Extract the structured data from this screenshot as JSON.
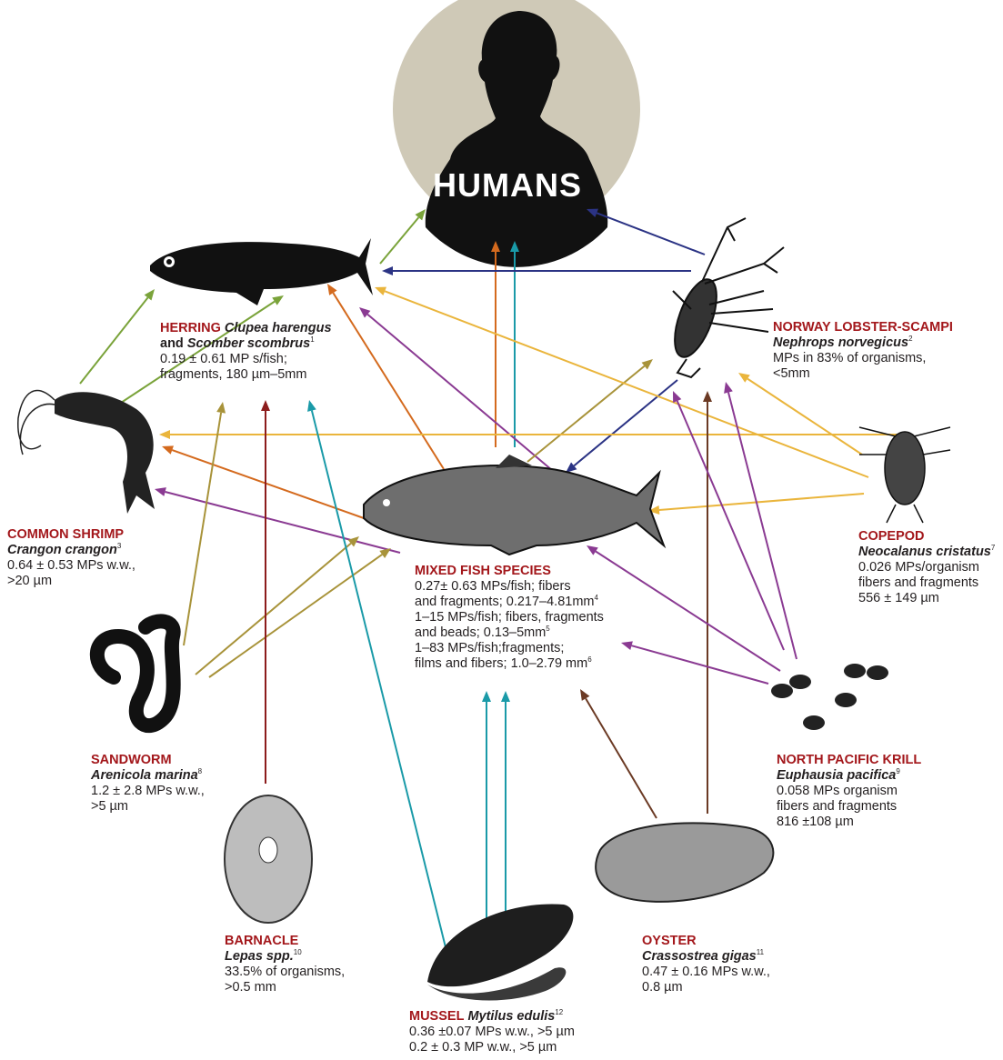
{
  "humans": {
    "label": "HUMANS"
  },
  "organisms": {
    "herring": {
      "name": "HERRING",
      "species1": "Clupea harengus",
      "and": "and",
      "species2": "Scomber scombrus",
      "ref": "1",
      "lines": [
        "0.19 ± 0.61 MP s/fish;",
        "fragments, 180 µm–5mm"
      ]
    },
    "lobster": {
      "name": "NORWAY LOBSTER-SCAMPI",
      "species": "Nephrops norvegicus",
      "ref": "2",
      "lines": [
        "MPs in 83% of organisms,",
        "<5mm"
      ]
    },
    "shrimp": {
      "name": "COMMON SHRIMP",
      "species": "Crangon crangon",
      "ref": "3",
      "lines": [
        "0.64 ± 0.53 MPs w.w.,",
        ">20 µm"
      ]
    },
    "copepod": {
      "name": "COPEPOD",
      "species": "Neocalanus cristatus",
      "ref": "7",
      "lines": [
        "0.026 MPs/organism",
        "fibers and fragments",
        "556 ± 149 µm"
      ]
    },
    "mixed": {
      "name": "MIXED FISH SPECIES",
      "lines": [
        "0.27± 0.63 MPs/fish; fibers",
        "and fragments; 0.217–4.81mm",
        "1–15 MPs/fish; fibers, fragments",
        "and beads; 0.13–5mm",
        "1–83 MPs/fish;fragments;",
        "films and fibers; 1.0–2.79 mm"
      ],
      "refs": [
        "4",
        "5",
        "6"
      ]
    },
    "sandworm": {
      "name": "SANDWORM",
      "species": "Arenicola marina",
      "ref": "8",
      "lines": [
        "1.2 ± 2.8 MPs w.w.,",
        ">5 µm"
      ]
    },
    "krill": {
      "name": "NORTH PACIFIC KRILL",
      "species": "Euphausia pacifica",
      "ref": "9",
      "lines": [
        "0.058 MPs organism",
        "fibers and fragments",
        "816 ±108 µm"
      ]
    },
    "barnacle": {
      "name": "BARNACLE",
      "species": "Lepas spp.",
      "ref": "10",
      "lines": [
        "33.5% of organisms,",
        ">0.5 mm"
      ]
    },
    "oyster": {
      "name": "OYSTER",
      "species": "Crassostrea gigas",
      "ref": "11",
      "lines": [
        "0.47 ± 0.16 MPs w.w.,",
        "0.8 µm"
      ]
    },
    "mussel": {
      "name": "MUSSEL",
      "species": "Mytilus edulis",
      "ref": "12",
      "lines": [
        "0.36 ±0.07 MPs w.w., >5 µm",
        "0.2 ± 0.3 MP w.w., >5 µm"
      ]
    }
  },
  "colors": {
    "label_red": "#a3171b",
    "green": "#7aa33a",
    "orange": "#d46a1e",
    "teal": "#1a9aa8",
    "navy": "#2b3384",
    "purple": "#8a3a92",
    "yellow": "#eab53c",
    "olive": "#a8933a",
    "darkred": "#8c1c1c",
    "brown": "#6b3a24",
    "humans_bg": "#cfc9b7"
  }
}
